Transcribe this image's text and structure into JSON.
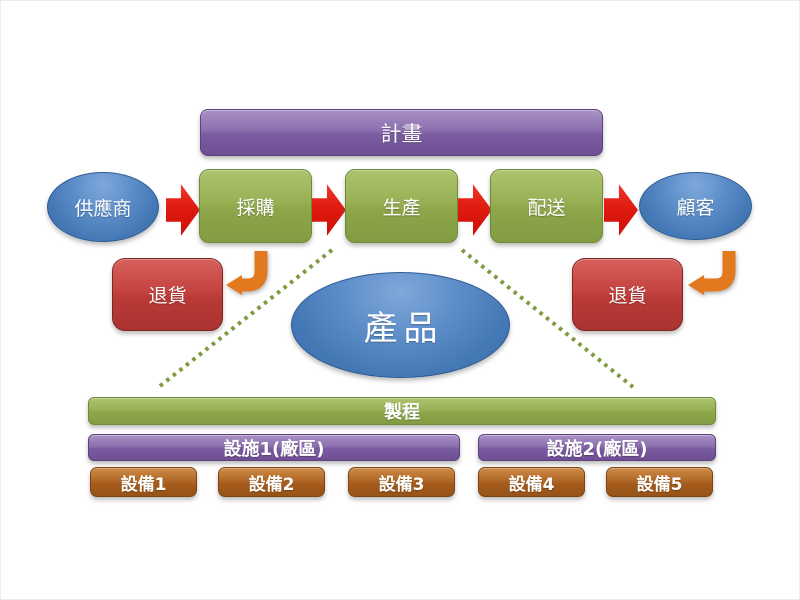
{
  "plan": {
    "label": "計畫"
  },
  "flow": {
    "supplier": {
      "label": "供應商"
    },
    "procurement": {
      "label": "採購"
    },
    "production": {
      "label": "生產"
    },
    "distribution": {
      "label": "配送"
    },
    "customer": {
      "label": "顧客"
    }
  },
  "returns": {
    "left_label": "退貨",
    "right_label": "退貨"
  },
  "product": {
    "label": "產品"
  },
  "process": {
    "label": "製程"
  },
  "facilities": [
    {
      "label": "設施1(廠區)"
    },
    {
      "label": "設施2(廠區)"
    }
  ],
  "equipment": [
    {
      "label": "設備1"
    },
    {
      "label": "設備2"
    },
    {
      "label": "設備3"
    },
    {
      "label": "設備4"
    },
    {
      "label": "設備5"
    }
  ],
  "colors": {
    "plan_purple": "#8265a8",
    "flow_green": "#94ad4e",
    "node_blue": "#4a7cba",
    "return_red": "#c0403c",
    "flow_arrow_red": "#e01b10",
    "return_arrow_orange": "#e2791f",
    "equipment_brown": "#aa5f22",
    "dotted_green": "#7d9c40",
    "text": "#ffffff"
  }
}
